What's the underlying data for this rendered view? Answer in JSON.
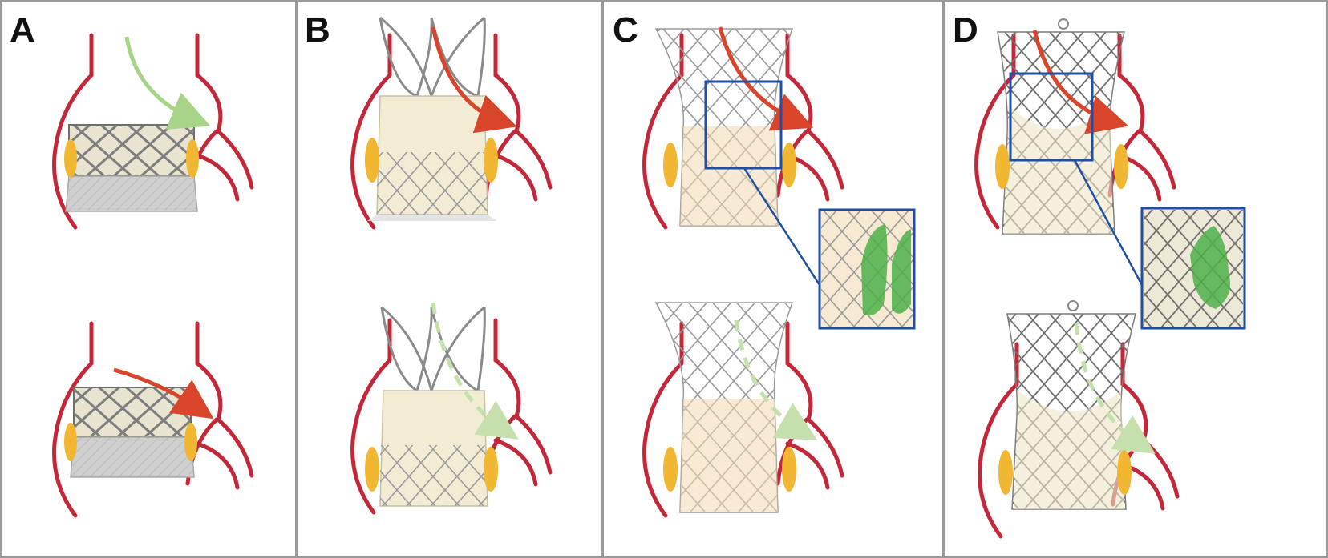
{
  "panels": [
    {
      "id": "A",
      "label": "A"
    },
    {
      "id": "B",
      "label": "B"
    },
    {
      "id": "C",
      "label": "C"
    },
    {
      "id": "D",
      "label": "D"
    }
  ],
  "colors": {
    "frame_border": "#9a9a9a",
    "anatomy": "#c3283a",
    "leaflet": "#f2b732",
    "arrow_flow_red": "#d9452b",
    "arrow_flow_green": "#a8d48a",
    "arrow_dashed_green": "#c5e0ad",
    "zoom_box": "#1f4ea3",
    "thrombus": "#4db04a",
    "stent_metal": "#8a8a8a",
    "valve_tissue": "#efe6c8",
    "skirt_tan": "#f3d9b0"
  },
  "icons": {
    "arrow_red": "curved-red-arrow-icon",
    "arrow_green": "curved-green-arrow-icon",
    "arrow_dashed": "dashed-green-arrow-icon"
  }
}
